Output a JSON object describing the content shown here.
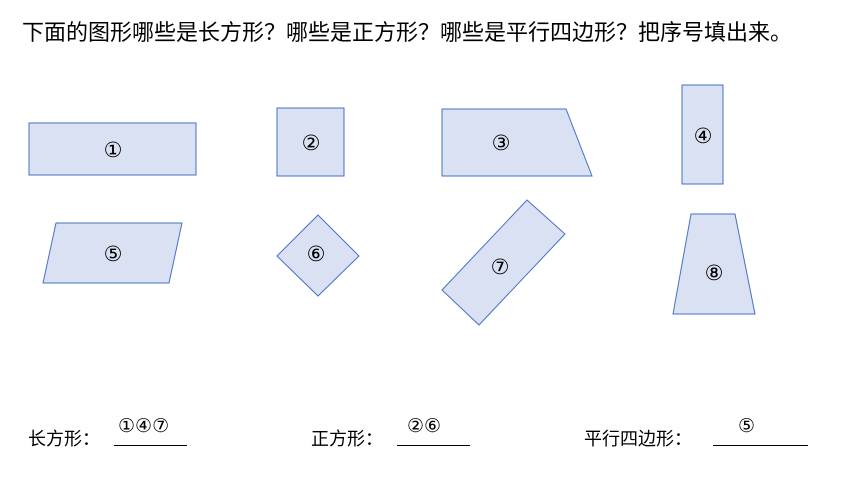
{
  "question": "下面的图形哪些是长方形？哪些是正方形？哪些是平行四边形？把序号填出来。",
  "figures": [
    {
      "label": "①"
    },
    {
      "label": "②"
    },
    {
      "label": "③"
    },
    {
      "label": "④"
    },
    {
      "label": "⑤"
    },
    {
      "label": "⑥"
    },
    {
      "label": "⑦"
    },
    {
      "label": "⑧"
    }
  ],
  "colors": {
    "shape_fill": "#d9e1f2",
    "shape_stroke": "#4472c4"
  },
  "answers": {
    "rectangle": {
      "label": "长方形：",
      "value": "①④⑦"
    },
    "square": {
      "label": "正方形：",
      "value": "②⑥"
    },
    "parallelogram": {
      "label": "平行四边形：",
      "value": "⑤"
    }
  }
}
